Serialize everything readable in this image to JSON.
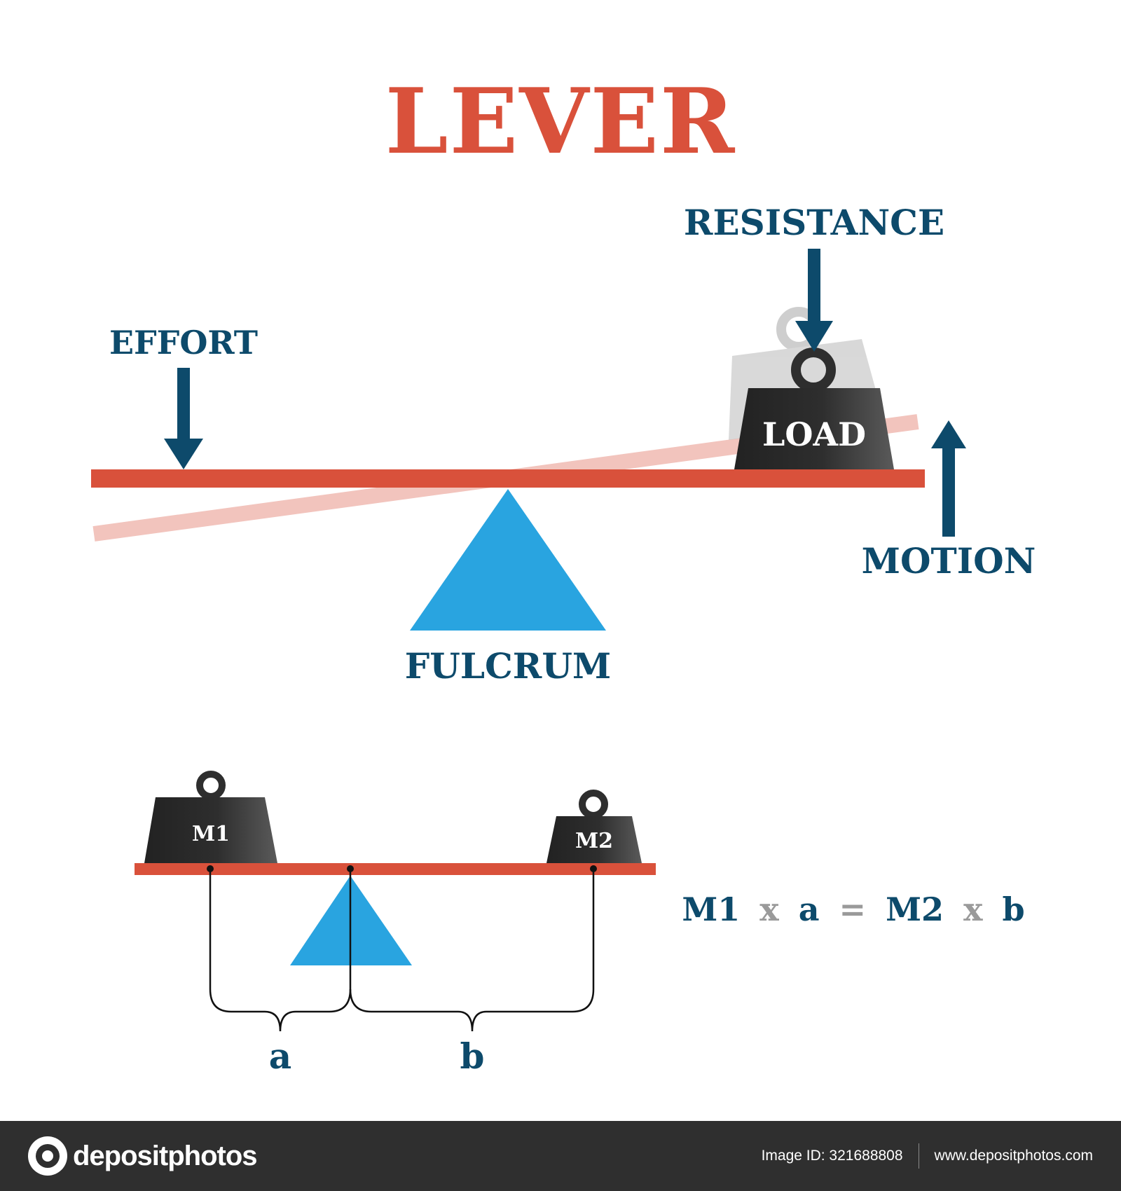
{
  "title": "LEVER",
  "labels": {
    "effort": "EFFORT",
    "resistance": "RESISTANCE",
    "load": "LOAD",
    "motion": "MOTION",
    "fulcrum": "FULCRUM"
  },
  "balance": {
    "mass1": "M1",
    "mass2": "M2",
    "distance_a": "a",
    "distance_b": "b"
  },
  "equation": {
    "m1": "M1",
    "times1": "x",
    "a": "a",
    "equals": "=",
    "m2": "M2",
    "times2": "x",
    "b": "b"
  },
  "footer": {
    "brand": "depositphotos",
    "image_id": "Image ID: 321688808",
    "url": "www.depositphotos.com"
  },
  "colors": {
    "title": "#d9513b",
    "beam": "#d9513b",
    "beam_ghost": "#f2c4bd",
    "text": "#0d4a6b",
    "fulcrum": "#29a4e0",
    "weight": "#2c2c2c",
    "operator": "#9a9a9a"
  }
}
